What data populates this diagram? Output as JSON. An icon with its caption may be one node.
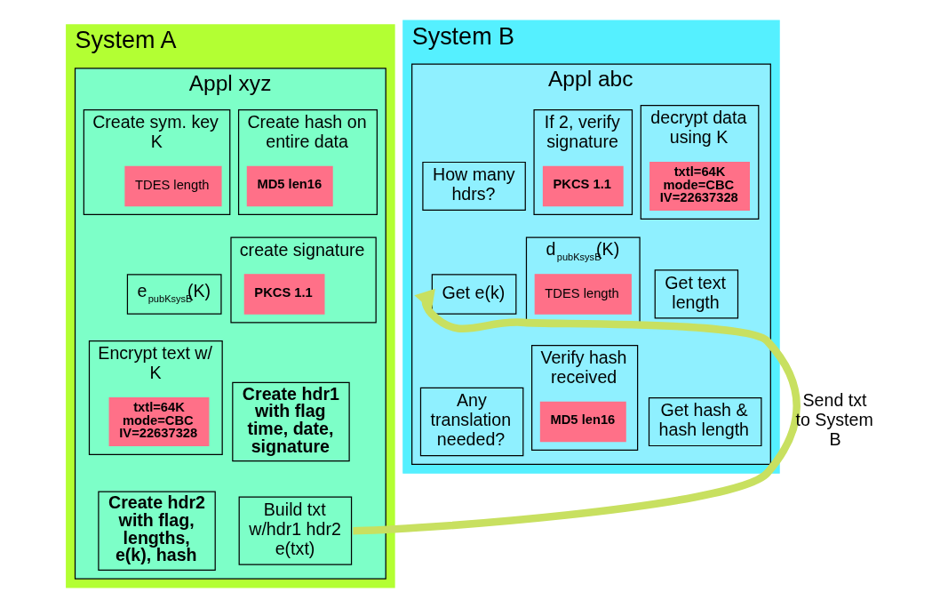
{
  "diagram": {
    "nodes": [
      {
        "text": [
          "System A"
        ]
      },
      {
        "text": [
          "Appl xyz"
        ],
        "in": 0
      },
      {
        "text": [
          "Create sym. key K"
        ],
        "in": 1
      },
      {
        "text": [
          "TDES length"
        ],
        "in": 2
      },
      {
        "text": [
          "Create hash on entire data"
        ],
        "in": 1
      },
      {
        "text": [
          "MD5 len16"
        ],
        "in": 4
      },
      {
        "text": [
          "e$_{pubKsysB}$(K)"
        ],
        "in": 1
      },
      {
        "text": [
          "create signature"
        ],
        "in": 1
      },
      {
        "text": [
          "PKCS 1.1"
        ],
        "in": 7
      },
      {
        "text": [
          "Encrypt text w/ K"
        ],
        "in": 1
      },
      {
        "text": [
          "txtl=64K mode=CBC IV=22637328"
        ],
        "in": 9
      },
      {
        "text": [
          "Create hdr1 with flag time, date, signature"
        ],
        "in": 1
      },
      {
        "text": [
          "Create hdr2 with flag, lengths, e(k), hash"
        ],
        "in": 1
      },
      {
        "text": [
          "Build txt w/hdr1 hdr2 e(txt)"
        ],
        "in": 1
      },
      {
        "text": [
          "System B"
        ]
      },
      {
        "text": [
          "Appl abc"
        ],
        "in": 14
      },
      {
        "text": [
          "How many hdrs?"
        ],
        "in": 15
      },
      {
        "text": [
          "decrypt data using K"
        ],
        "in": 15
      },
      {
        "text": [
          "txtl=64K mode=CBC IV=22637328"
        ],
        "in": 17
      },
      {
        "text": [
          "If 2, verify signature"
        ],
        "in": 15
      },
      {
        "text": [
          "PKCS 1.1"
        ],
        "in": 19
      },
      {
        "text": [
          "Get e(k)"
        ],
        "in": 15
      },
      {
        "text": [
          "Get text length"
        ],
        "in": 15
      },
      {
        "text": [
          "d$_{pubKsysB}$(K)"
        ],
        "in": 15
      },
      {
        "text": [
          "TDES length"
        ],
        "in": 23
      },
      {
        "text": [
          "Any translation needed?"
        ],
        "in": 15
      },
      {
        "text": [
          "Get hash & hash length"
        ],
        "in": 15
      },
      {
        "text": [
          "Verify hash received"
        ],
        "in": 15
      },
      {
        "text": [
          "MD5 len16"
        ],
        "in": 27
      }
    ],
    "edges": [
      {
        "from": 13,
        "to": 21,
        "arrow": "to",
        "label": "Send txt to System B"
      }
    ]
  }
}
